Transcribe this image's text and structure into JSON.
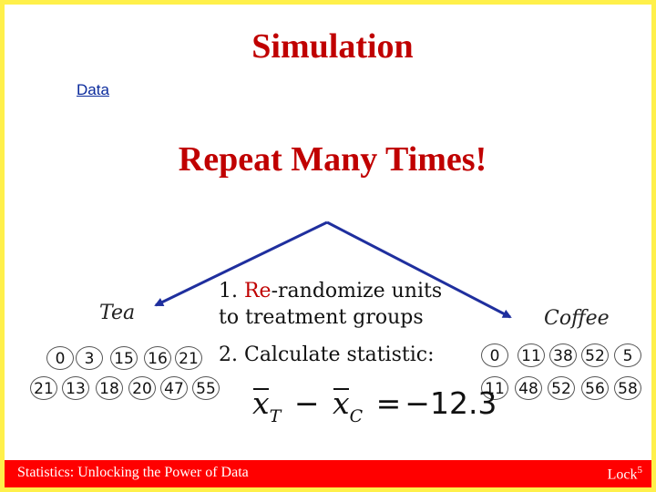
{
  "slide": {
    "title": "Simulation",
    "data_link": "Data",
    "repeat_label": "Repeat Many Times!",
    "groups": {
      "tea": {
        "label": "Tea",
        "row1": [
          "0",
          "3",
          "15",
          "16",
          "21"
        ],
        "row2": [
          "21",
          "13",
          "18",
          "20",
          "47",
          "55"
        ]
      },
      "coffee": {
        "label": "Coffee",
        "row1": [
          "0",
          "11",
          "38",
          "52",
          "5"
        ],
        "row2": [
          "11",
          "48",
          "52",
          "56",
          "58"
        ]
      }
    },
    "steps": {
      "step1_num": "1. ",
      "step1_re": "Re",
      "step1_rest": "-randomize units",
      "step1_line2": "to treatment groups",
      "step2": "2. Calculate statistic:"
    },
    "statistic": {
      "symbol": "x",
      "sub_t": "T",
      "minus": "−",
      "sub_c": "C",
      "equals": "=",
      "value": "−12.3"
    },
    "footer": {
      "left": "Statistics: Unlocking the Power of Data",
      "right_base": "Lock",
      "right_sup": "5"
    },
    "colors": {
      "title": "#c00000",
      "arrow": "#1f2f9e",
      "border": "#fff04a",
      "footer": "#ff0000"
    }
  }
}
